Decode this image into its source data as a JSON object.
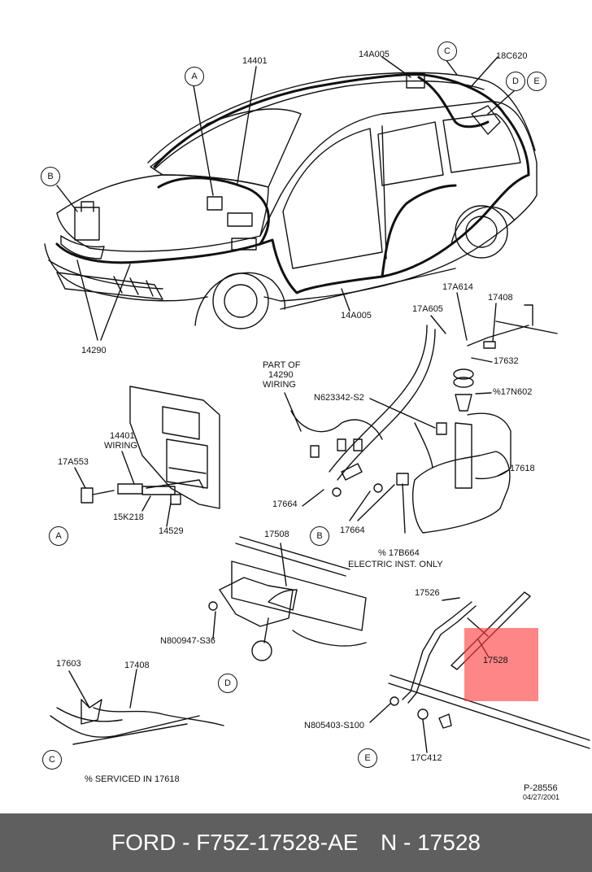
{
  "labels": {
    "p14401": "14401",
    "p14A005_top": "14A005",
    "p18C620": "18C620",
    "p14A005_bottom": "14A005",
    "p14290": "14290",
    "p17A614": "17A614",
    "p17408_top": "17408",
    "p17A605": "17A605",
    "p17632": "17632",
    "p17N602": "%17N602",
    "part_of": "PART OF",
    "part_num": "14290",
    "part_wiring": "WIRING",
    "pN623342": "N623342-S2",
    "p17618": "17618",
    "p17664_left": "17664",
    "p17664_right": "17664",
    "p17B664": "% 17B664",
    "electric_inst": "ELECTRIC INST. ONLY",
    "w14401": "14401",
    "w14401_wiring": "WIRING",
    "p17A553": "17A553",
    "p15K218": "15K218",
    "p14529": "14529",
    "p17508": "17508",
    "pN800947": "N800947-S36",
    "p17526": "17526",
    "p17528": "17528",
    "pN805403": "N805403-S100",
    "p17C412": "17C412",
    "p17603": "17603",
    "p17408_bottom": "17408",
    "serviced": "% SERVICED IN 17618",
    "drawing_no": "P-28556",
    "drawing_date": "04/27/2001"
  },
  "callouts": {
    "a_top": "A",
    "b_top": "B",
    "c_top": "C",
    "d_top": "D",
    "e_top": "E",
    "a_view": "A",
    "b_view": "B",
    "c_view": "C",
    "d_view": "D",
    "e_view": "E"
  },
  "footer": {
    "brand_part": "FORD - F75Z-17528-AE",
    "ref": "N - 17528"
  },
  "highlight_color": "#ff5050"
}
